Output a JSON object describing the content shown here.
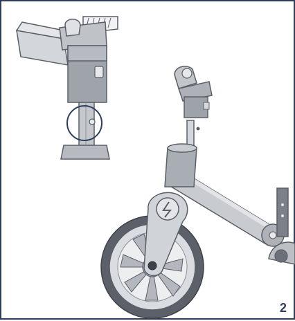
{
  "step": {
    "number": "2"
  },
  "colors": {
    "frame": "#2d3e5c",
    "part_light": "#c9ccd1",
    "part_mid": "#aeb2b8",
    "part_dark": "#6b7079",
    "outline": "#5a5f67",
    "highlight_circle": "#2d3e5c"
  },
  "icons": {
    "inset": "seatpost-inset-closeup",
    "main": "balance-bike-front-wheel-fork-and-handlebar-stem"
  }
}
